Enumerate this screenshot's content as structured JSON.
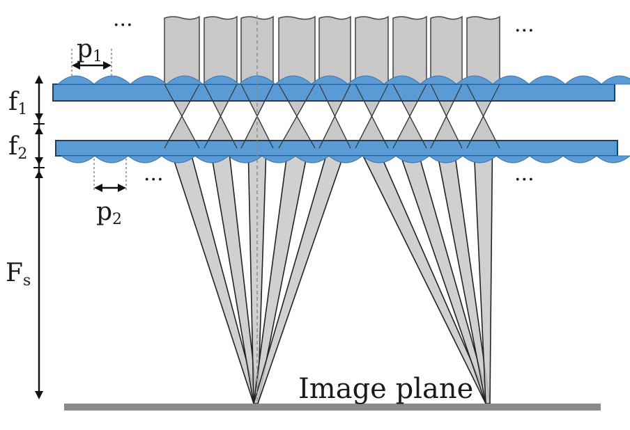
{
  "labels": {
    "p1_main": "p",
    "p1_sub": "1",
    "p2_main": "p",
    "p2_sub": "2",
    "f1_main": "f",
    "f1_sub": "1",
    "f2_main": "f",
    "f2_sub": "2",
    "fs_main": "F",
    "fs_sub": "s",
    "image_plane": "Image plane",
    "ellipsis_top_left": "···",
    "ellipsis_top_right": "···",
    "ellipsis_mid_left": "···",
    "ellipsis_mid_right": "···"
  },
  "colors": {
    "lens_blue": "#5b9bd5",
    "lens_dark": "#2f6fa8",
    "beam_gray": "#c8c8c8",
    "line_dark": "#222222",
    "plane_gray": "#8a8a8a"
  }
}
